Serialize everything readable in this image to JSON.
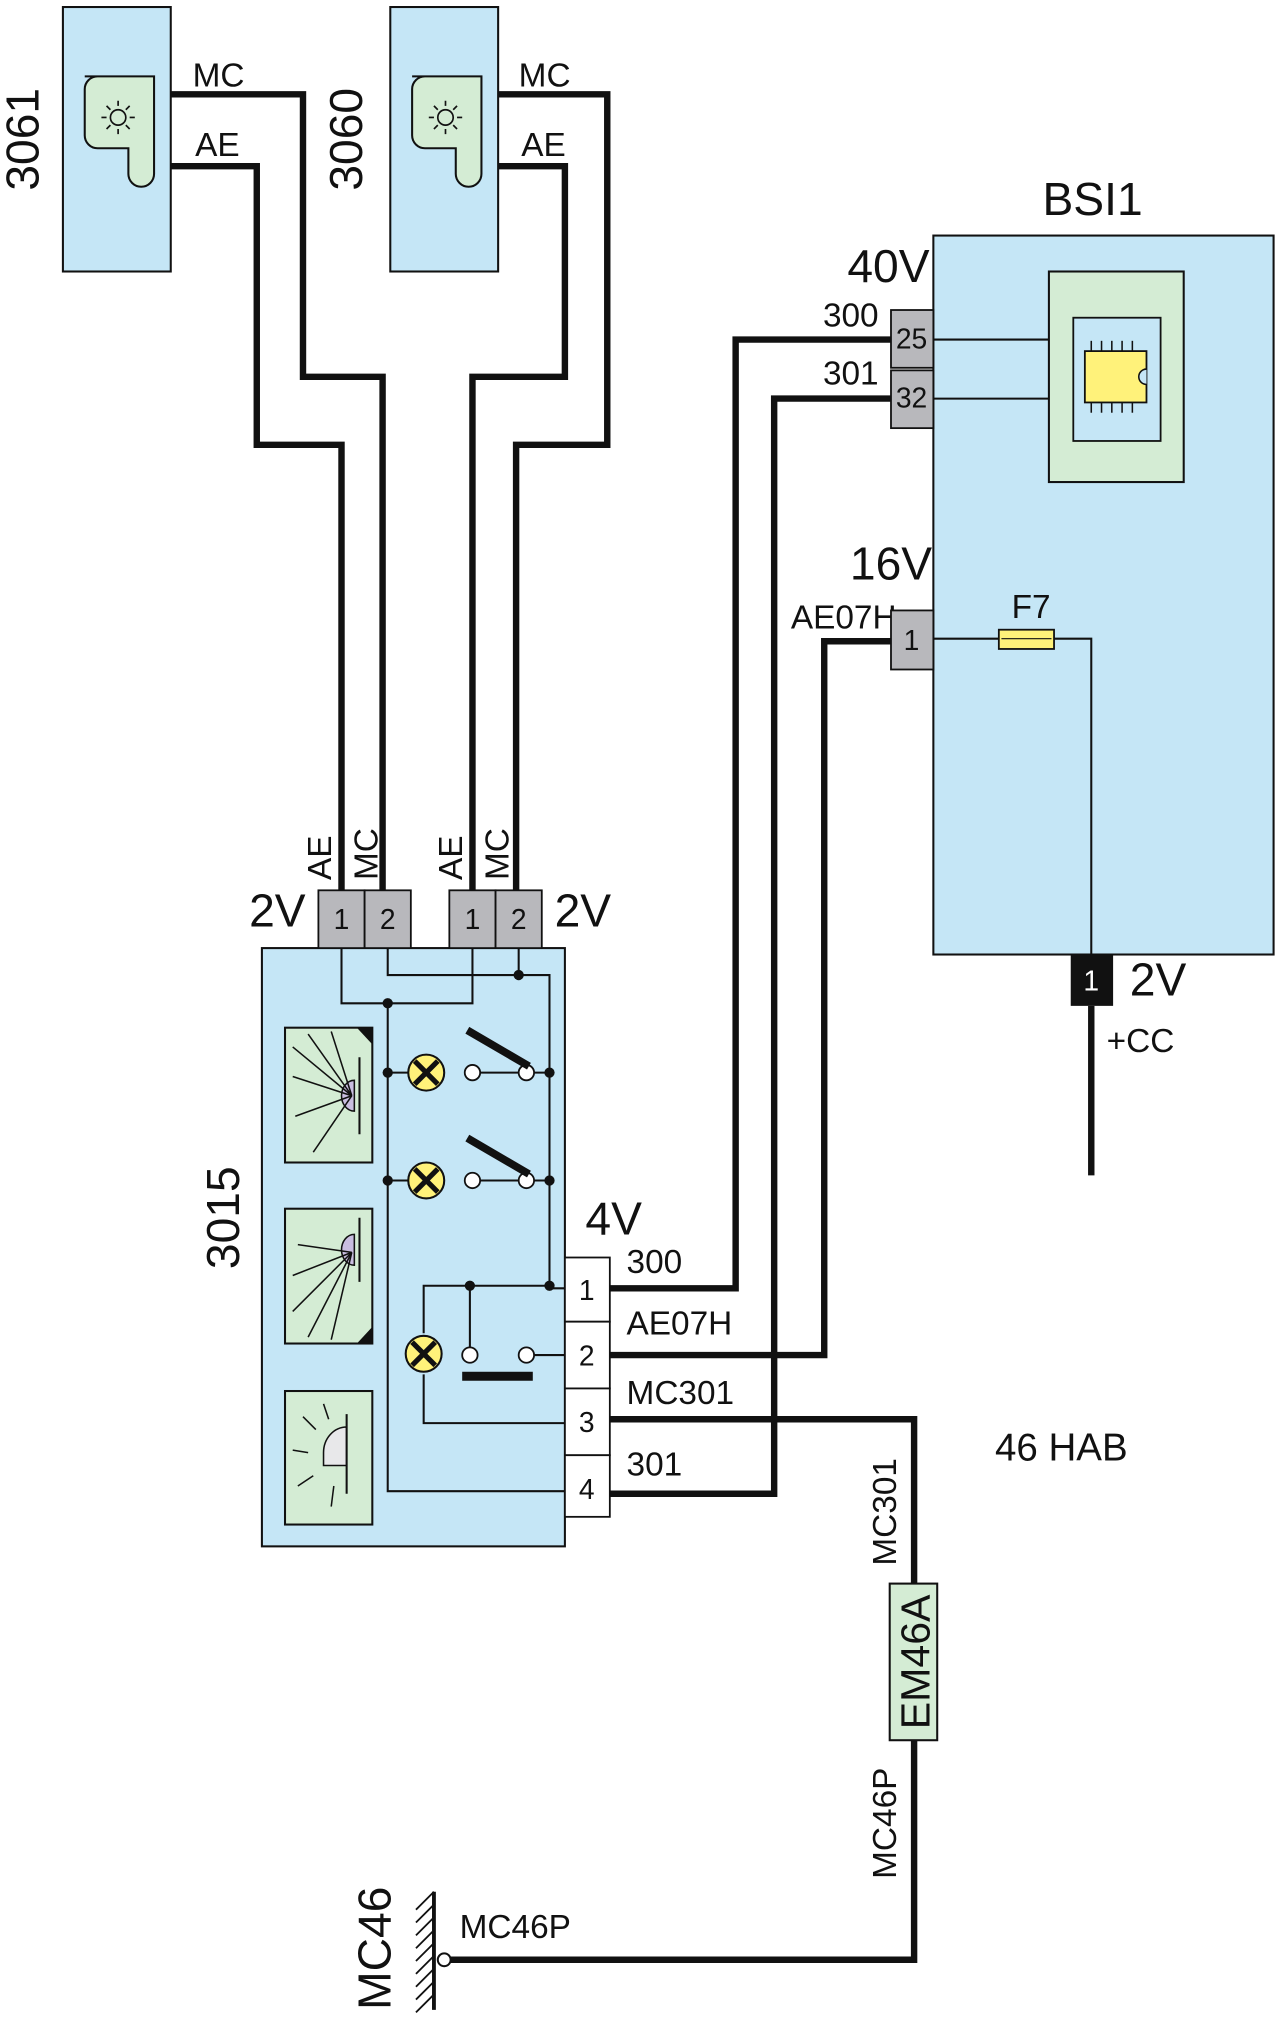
{
  "components": {
    "c3061": "3061",
    "c3060": "3060",
    "c3015": "3015",
    "bsi": "BSI1",
    "em46a": "EM46A",
    "mc46": "MC46",
    "zone": "46 HAB"
  },
  "wires": {
    "mc": "MC",
    "ae": "AE",
    "w300": "300",
    "w301": "301",
    "ae07h": "AE07H",
    "mc301": "MC301",
    "mc46p": "MC46P",
    "plus_cc": "+CC"
  },
  "connectors": {
    "v2": "2V",
    "v4": "4V",
    "v40": "40V",
    "v16": "16V"
  },
  "pins": {
    "p1": "1",
    "p2": "2",
    "p3": "3",
    "p4": "4",
    "p25": "25",
    "p32": "32"
  },
  "fuse": "F7"
}
